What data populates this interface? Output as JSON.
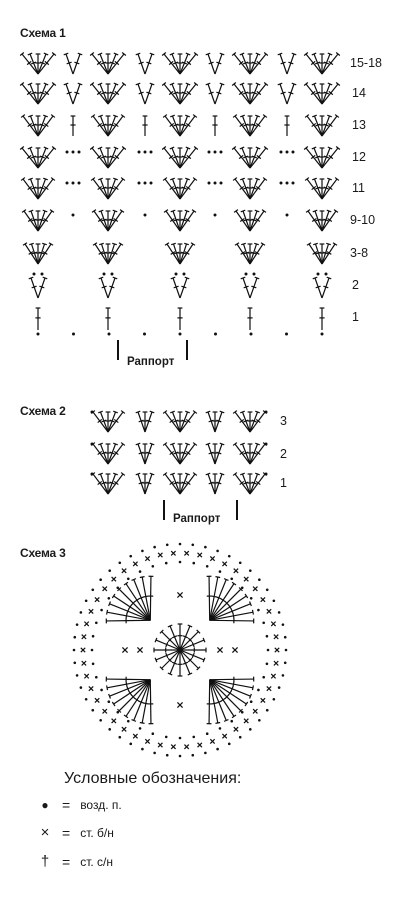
{
  "scheme1": {
    "title": "Схема 1",
    "row_labels": [
      "15-18",
      "14",
      "13",
      "12",
      "11",
      "9-10",
      "3-8",
      "2",
      "1"
    ],
    "rapport_label": "Раппорт"
  },
  "scheme2": {
    "title": "Схема 2",
    "row_labels": [
      "3",
      "2",
      "1"
    ],
    "rapport_label": "Раппорт"
  },
  "scheme3": {
    "title": "Схема 3"
  },
  "legend": {
    "title": "Условные обозначения:",
    "items": [
      {
        "symbol": "chain-dot-icon",
        "eq": "=",
        "label": "возд. п."
      },
      {
        "symbol": "single-crochet-x-icon",
        "eq": "=",
        "label": "ст. б/н"
      },
      {
        "symbol": "double-crochet-cross-icon",
        "eq": "=",
        "label": "ст. с/н"
      }
    ]
  }
}
